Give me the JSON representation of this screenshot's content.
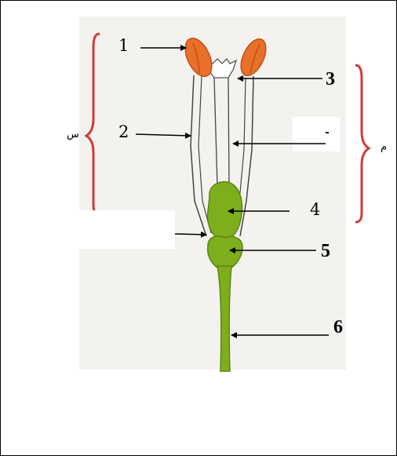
{
  "labels": {
    "l1": "1",
    "l2": "2",
    "l3": "3",
    "l4": "4",
    "l5": "5",
    "l6": "6",
    "side_left": "س",
    "side_right": "م"
  },
  "colors": {
    "anther": "#e9702a",
    "anther_dark": "#c24f12",
    "green": "#7fae1c",
    "green_dark": "#5b8513",
    "bracket": "#d23a3a",
    "paper": "#f3f1ee"
  }
}
